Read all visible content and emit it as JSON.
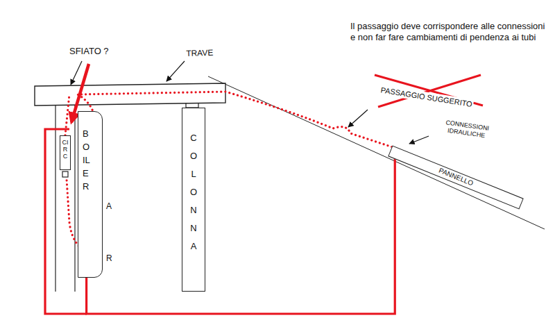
{
  "diagram": {
    "nodes": [
      {
        "text": [
          "CIRC"
        ]
      },
      {
        "text": [
          "BOILER"
        ]
      },
      {
        "text": [
          "COLONNA"
        ]
      },
      {
        "text": [
          "PANNELLO"
        ]
      }
    ],
    "edges": [
      {
        "from": 1,
        "to": 3,
        "arrow": "none"
      }
    ],
    "labels": [
      "SFIATO ?",
      "TRAVE",
      "Il passaggio deve corrispondere alle connessioni e non far fare cambiamenti di pendenza ai tubi",
      "PASSAGGIO SUGGERITO",
      "CONNESSIONI IDRAULICHE",
      "A",
      "R"
    ]
  }
}
